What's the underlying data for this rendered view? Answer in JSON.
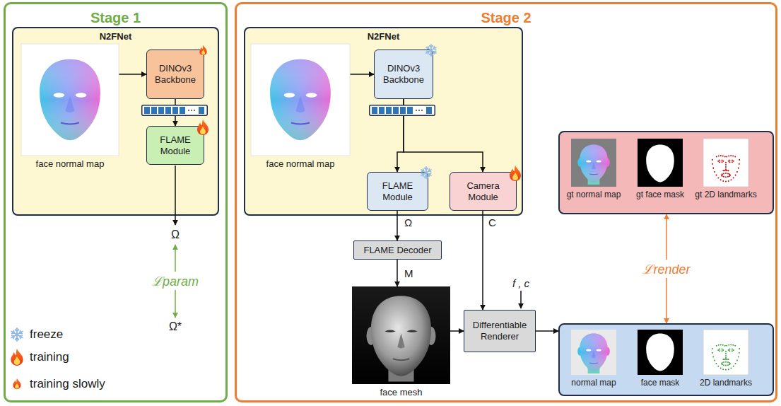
{
  "diagram": {
    "nodes": [
      {
        "text": [
          "Stage 1"
        ]
      },
      {
        "text": [
          "N2FNet"
        ],
        "in": 0
      },
      {
        "text": [
          "face normal map"
        ],
        "in": 1
      },
      {
        "text": [
          "DINOv3 Backbone"
        ],
        "in": 1
      },
      {
        "text": [
          "FLAME Module"
        ],
        "in": 1
      },
      {
        "text": [
          "Stage 2"
        ]
      },
      {
        "text": [
          "N2FNet"
        ],
        "in": 5
      },
      {
        "text": [
          "face normal map"
        ],
        "in": 6
      },
      {
        "text": [
          "DINOv3 Backbone"
        ],
        "in": 6
      },
      {
        "text": [
          "FLAME Module"
        ],
        "in": 6
      },
      {
        "text": [
          "Camera Module"
        ],
        "in": 6
      },
      {
        "text": [
          "FLAME Decoder"
        ],
        "in": 5
      },
      {
        "text": [
          "face mesh"
        ],
        "in": 5
      },
      {
        "text": [
          "Differentiable Renderer"
        ],
        "in": 5
      },
      {
        "text": [],
        "in": 5
      },
      {
        "text": [
          "gt normal map"
        ],
        "in": 14
      },
      {
        "text": [
          "gt face mask"
        ],
        "in": 14
      },
      {
        "text": [
          "gt 2D landmarks"
        ],
        "in": 14
      },
      {
        "text": [],
        "in": 5
      },
      {
        "text": [
          "normal map"
        ],
        "in": 18
      },
      {
        "text": [
          "face mask"
        ],
        "in": 18
      },
      {
        "text": [
          "2D landmarks"
        ],
        "in": 18
      }
    ],
    "edges": [
      {
        "from": 2,
        "to": 3,
        "arrow": "to"
      },
      {
        "from": 3,
        "to": 4,
        "arrow": "to"
      },
      {
        "from": 7,
        "to": 8,
        "arrow": "to"
      },
      {
        "from": 8,
        "to": 9,
        "arrow": "to"
      },
      {
        "from": 8,
        "to": 10,
        "arrow": "to"
      },
      {
        "from": 9,
        "to": 11,
        "arrow": "to",
        "label": "Ω"
      },
      {
        "from": 11,
        "to": 12,
        "arrow": "to",
        "label": "M"
      },
      {
        "from": 10,
        "to": 13,
        "arrow": "to",
        "label": "C"
      },
      {
        "from": 12,
        "to": 13,
        "arrow": "to"
      },
      {
        "from": 13,
        "to": 18,
        "arrow": "to"
      },
      {
        "from": 18,
        "to": 14,
        "arrow": "both",
        "label": "ℒrender"
      }
    ],
    "labels": [
      "Ω",
      "ℒparam",
      "Ω*",
      "f , c"
    ],
    "legend": [
      {
        "text": "freeze"
      },
      {
        "text": "training"
      },
      {
        "text": "training slowly"
      }
    ]
  }
}
